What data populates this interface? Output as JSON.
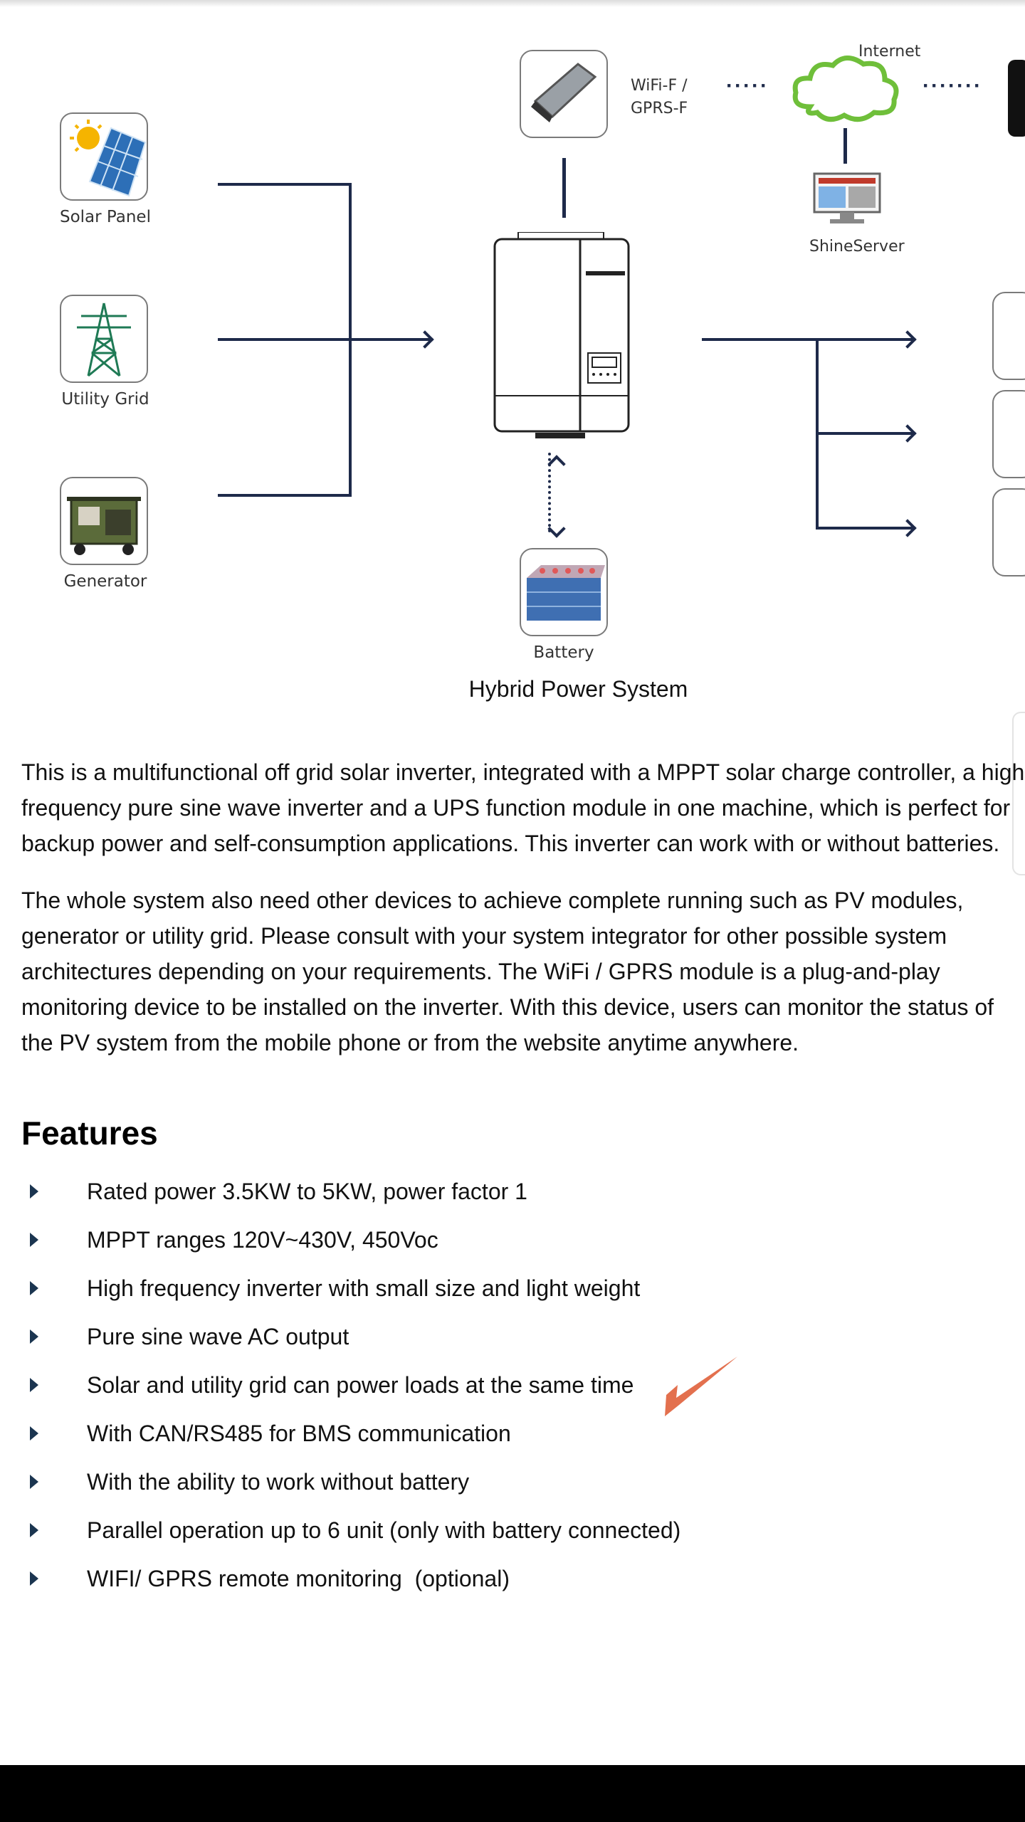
{
  "diagram": {
    "sources": [
      {
        "label": "Solar Panel",
        "icon": "solar-panel-icon"
      },
      {
        "label": "Utility Grid",
        "icon": "utility-grid-icon"
      },
      {
        "label": "Generator",
        "icon": "generator-icon"
      }
    ],
    "wifi_label_line1": "WiFi-F /",
    "wifi_label_line2": "GPRS-F",
    "internet_label": "Internet",
    "server_label": "ShineServer",
    "battery_label": "Battery",
    "caption": "Hybrid Power System"
  },
  "paragraphs": [
    "This is a multifunctional off grid solar inverter, integrated with a MPPT solar charge controller, a high frequency pure sine wave inverter and a UPS function module in one machine, which is perfect for backup power and self-consumption applications. This inverter can work with or without batteries.",
    "The whole system also need other devices to achieve complete running such as PV modules, generator or utility grid. Please consult with your system integrator for other possible system architectures depending on your requirements. The WiFi / GPRS module is a plug-and-play monitoring device to be installed on the inverter. With this device, users can monitor the status of the PV system from the mobile phone or from the website anytime anywhere."
  ],
  "features": {
    "title": "Features",
    "items": [
      "Rated power 3.5KW to 5KW, power factor 1",
      "MPPT ranges 120V~430V, 450Voc",
      "High frequency inverter with small size and light weight",
      "Pure sine wave AC output",
      "Solar and utility grid can power loads at the same time",
      "With CAN/RS485 for BMS communication",
      "With the ability to work without battery",
      "Parallel operation up to 6 unit (only with battery connected)",
      "WIFI/ GPRS remote monitoring  (optional)"
    ]
  },
  "colors": {
    "line": "#1e2a4a",
    "cloud": "#6fbf3a",
    "bullet": "#1b3550",
    "footer": "#000000",
    "mark": "#e0613b"
  }
}
